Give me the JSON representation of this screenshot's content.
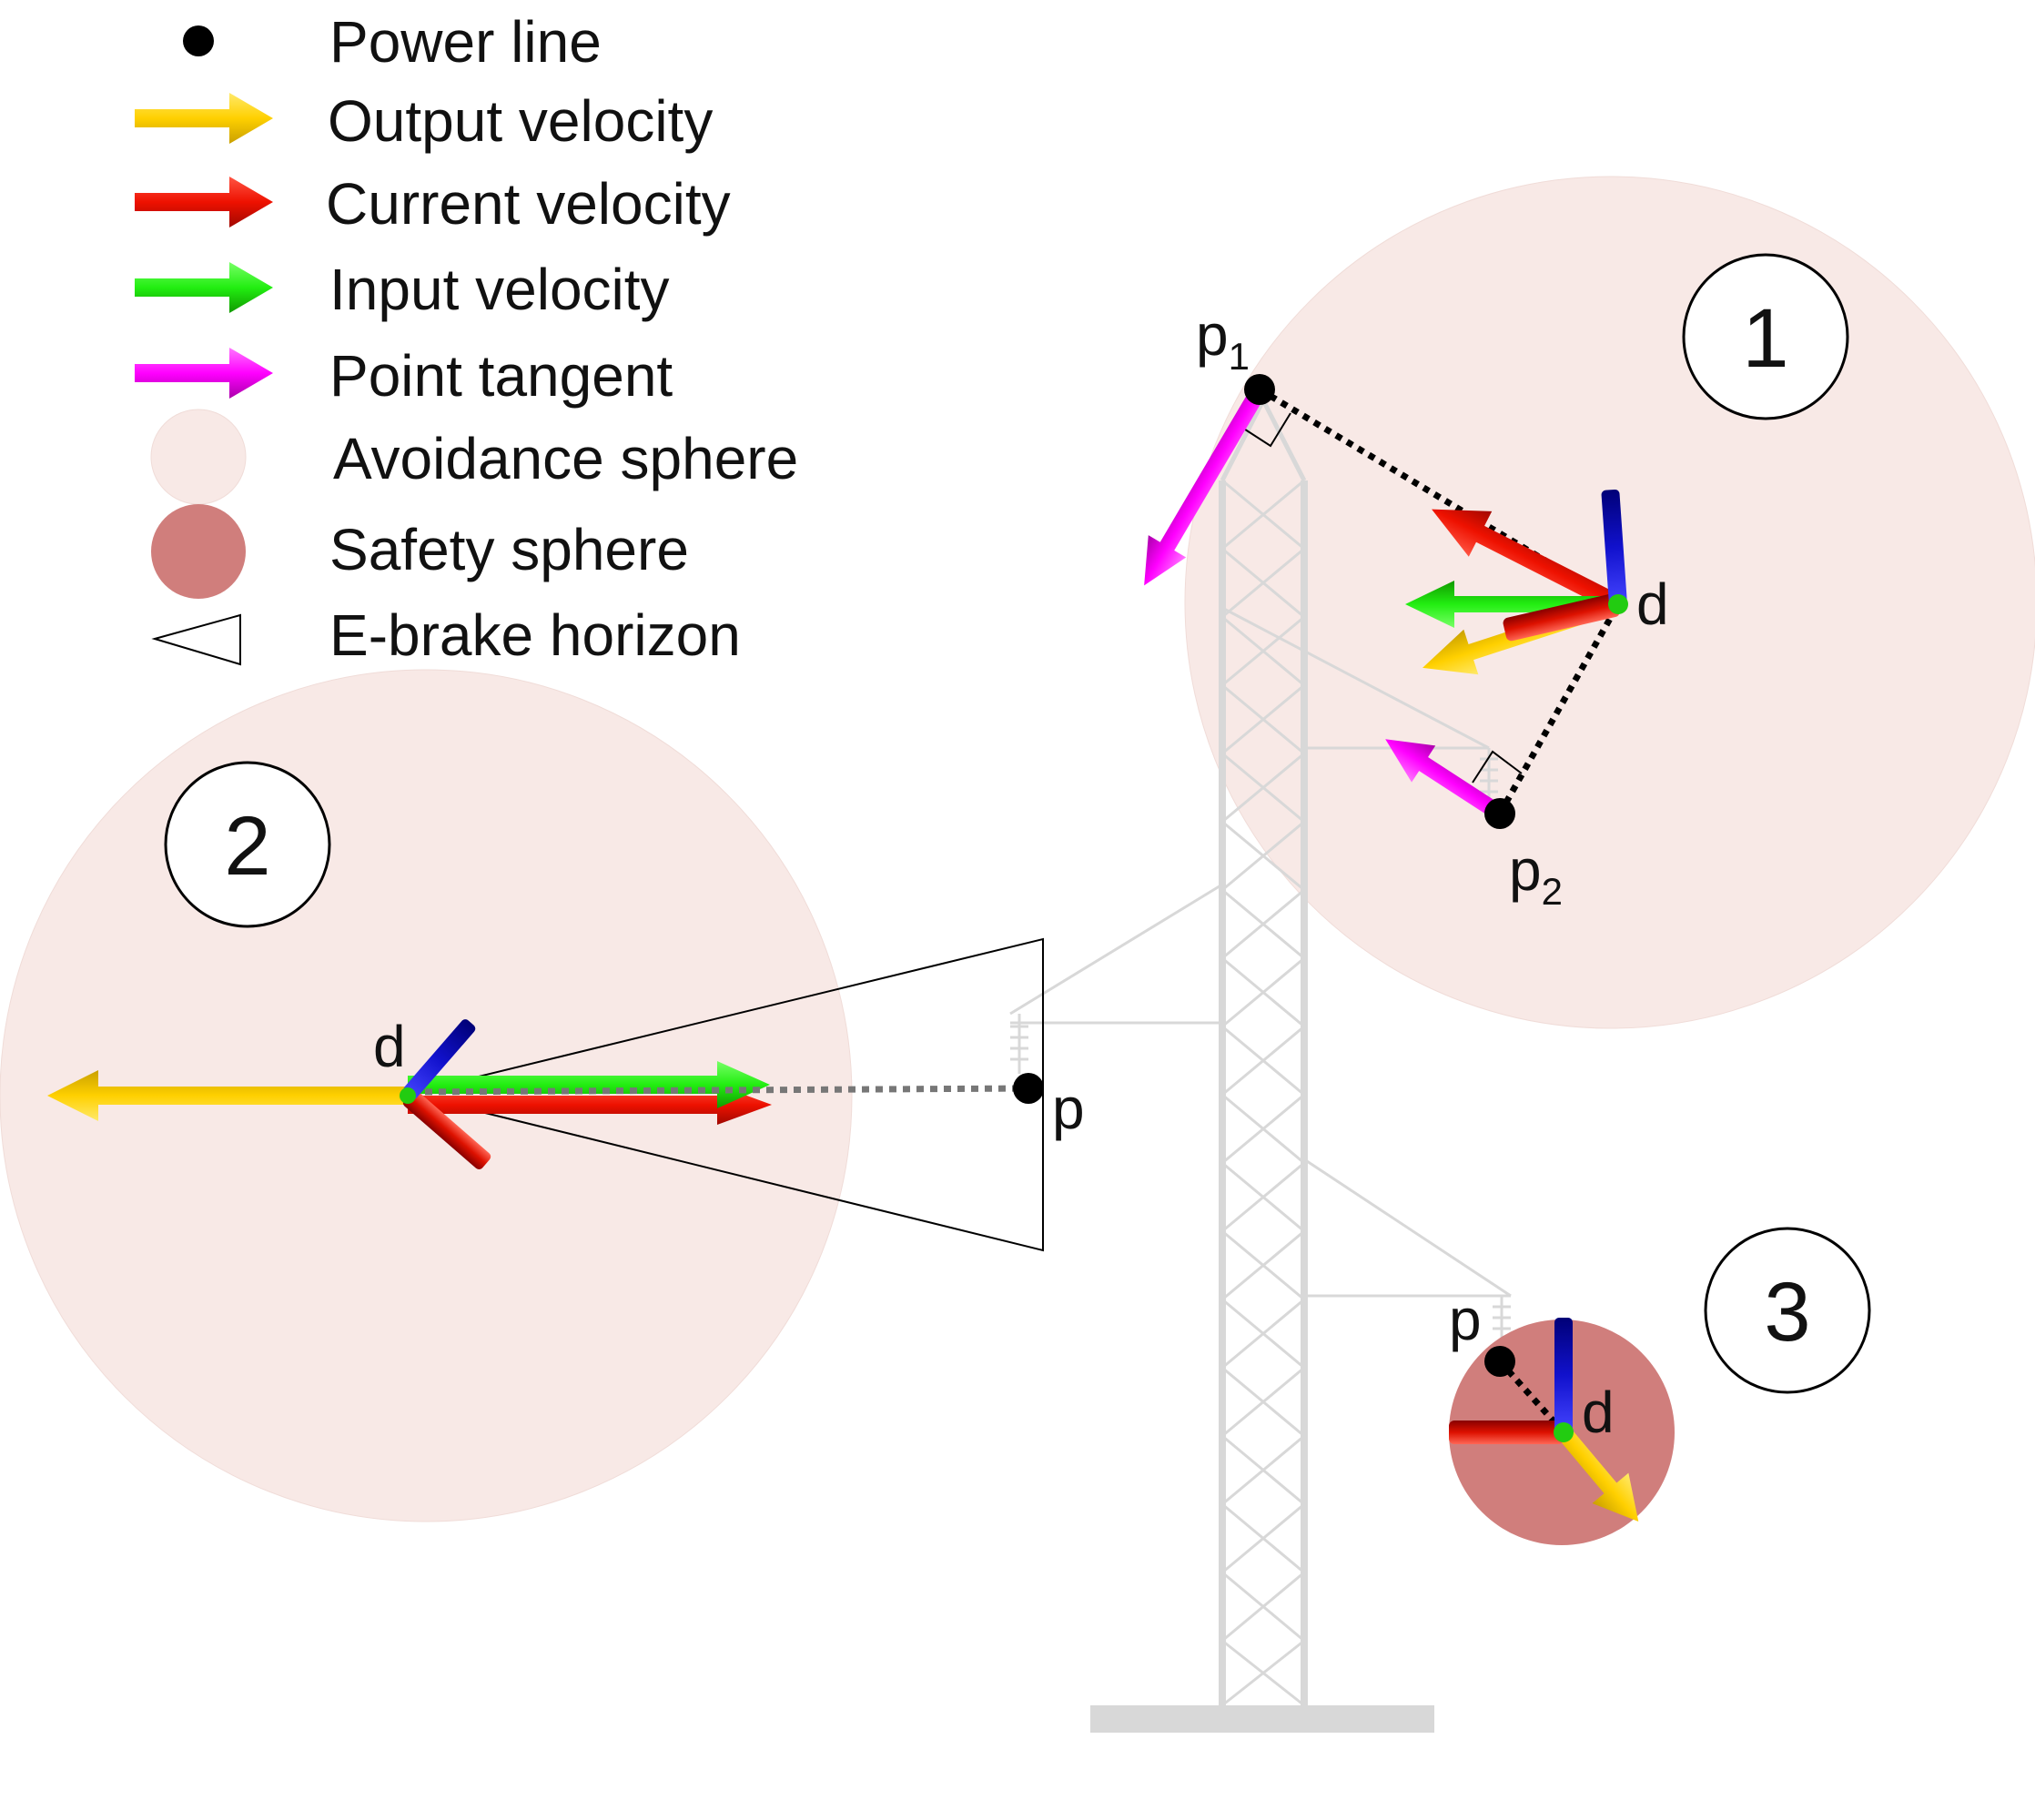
{
  "colors": {
    "output_velocity": "#FFD700",
    "current_velocity": "#EE1100",
    "input_velocity": "#22EE11",
    "point_tangent": "#FF00FF",
    "avoidance_sphere": "#F8E9E6",
    "safety_sphere": "#D07E7C",
    "tower": "#D8D8D8",
    "axis_blue": "#1111CC",
    "power_line_point": "#000000"
  },
  "legend": {
    "power_line": "Power line",
    "output_velocity": "Output velocity",
    "current_velocity": "Current velocity",
    "input_velocity": "Input velocity",
    "point_tangent": "Point tangent",
    "avoidance_sphere": "Avoidance sphere",
    "safety_sphere": "Safety sphere",
    "ebrake_horizon": "E-brake horizon"
  },
  "scenarios": {
    "s1": {
      "number": "1",
      "drone_label": "d",
      "p1_label": "p",
      "p1_sub": "1",
      "p2_label": "p",
      "p2_sub": "2"
    },
    "s2": {
      "number": "2",
      "drone_label": "d",
      "point_label": "p"
    },
    "s3": {
      "number": "3",
      "drone_label": "d",
      "point_label": "p"
    }
  }
}
